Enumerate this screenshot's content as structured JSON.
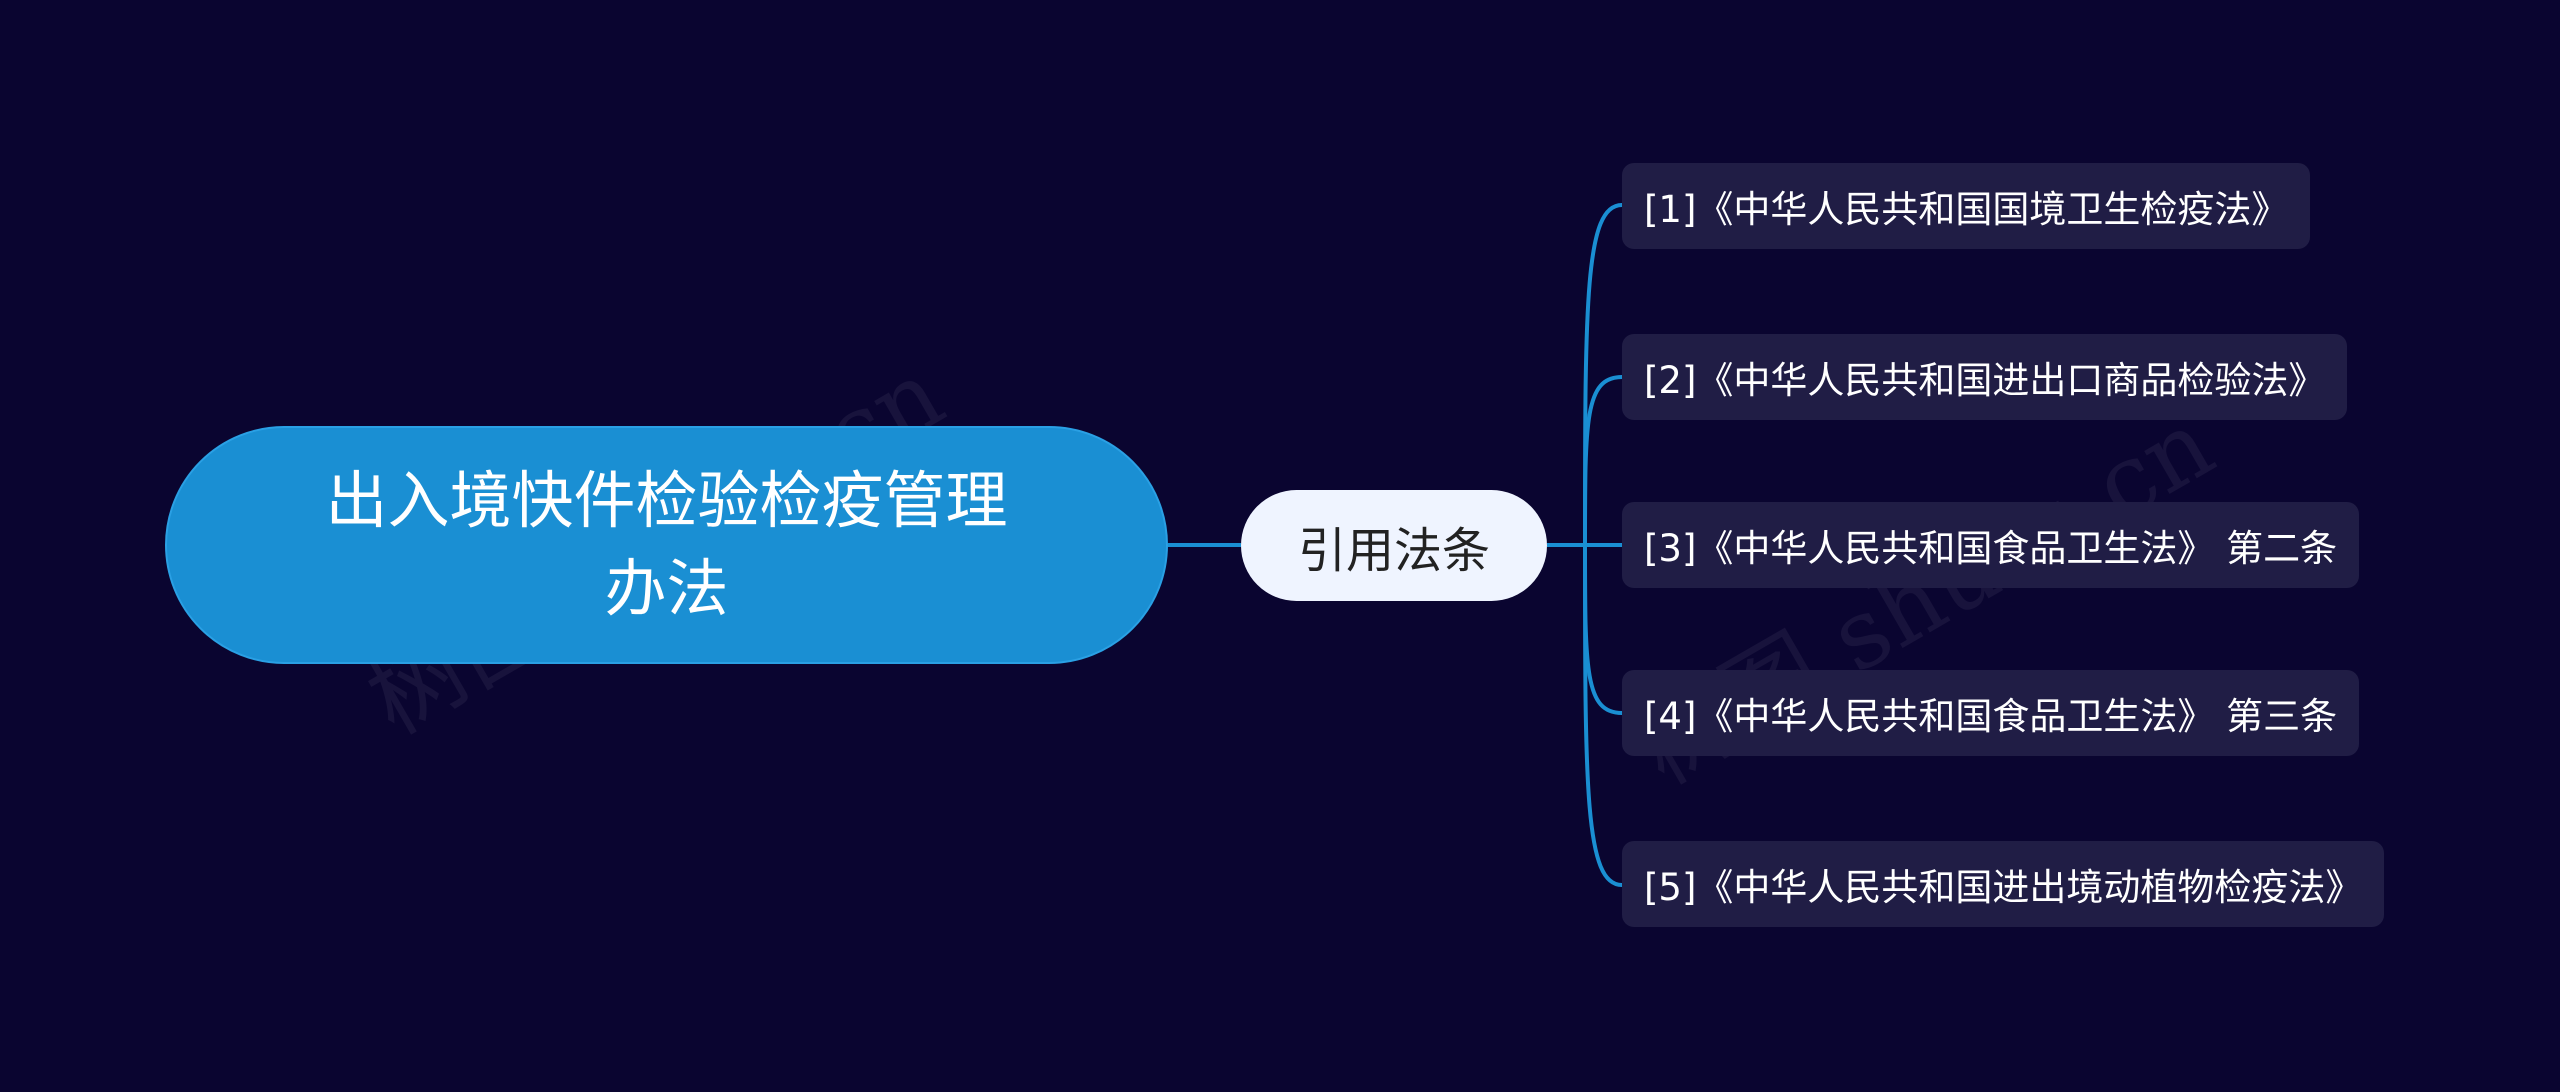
{
  "root": {
    "label": "出入境快件检验检疫管理办法"
  },
  "branch": {
    "label": "引用法条"
  },
  "leaves": [
    {
      "label": "[1]《中华人民共和国国境卫生检疫法》"
    },
    {
      "label": "[2]《中华人民共和国进出口商品检验法》"
    },
    {
      "label": "[3]《中华人民共和国食品卫生法》 第二条"
    },
    {
      "label": "[4]《中华人民共和国食品卫生法》 第三条"
    },
    {
      "label": "[5]《中华人民共和国进出境动植物检疫法》"
    }
  ],
  "watermarks": [
    {
      "text": "树图 shutu.cn"
    },
    {
      "text": "树图 shutu.cn"
    }
  ],
  "colors": {
    "background": "#0a0530",
    "root_fill": "#1a8fd3",
    "branch_fill": "#eff4ff",
    "leaf_fill": "#201d45",
    "connector": "#1a8fd3"
  }
}
